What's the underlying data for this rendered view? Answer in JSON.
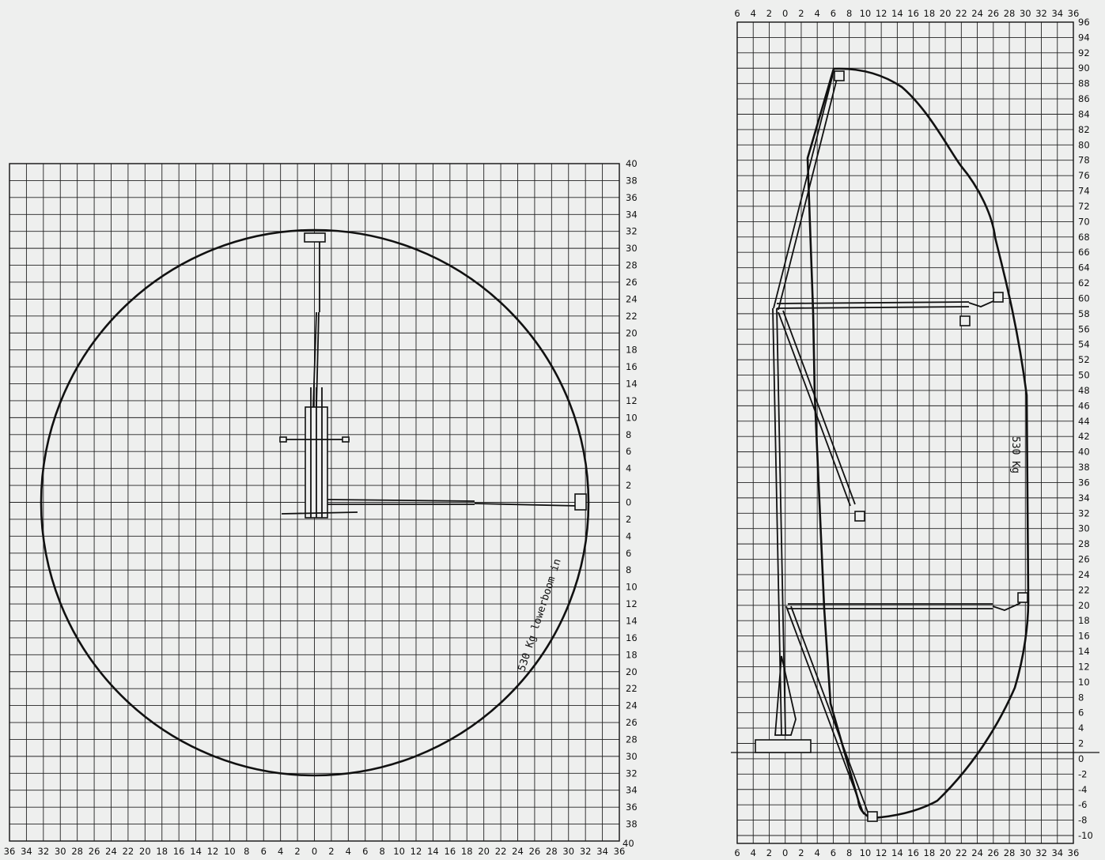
{
  "charts": [
    {
      "id": "top-view",
      "x_ticks": [
        "36",
        "34",
        "32",
        "30",
        "28",
        "26",
        "24",
        "22",
        "20",
        "18",
        "16",
        "14",
        "12",
        "10",
        "8",
        "6",
        "4",
        "2",
        "0",
        "2",
        "4",
        "6",
        "8",
        "10",
        "12",
        "14",
        "16",
        "18",
        "20",
        "22",
        "24",
        "26",
        "28",
        "30",
        "32",
        "34",
        "36"
      ],
      "y_ticks": [
        "40",
        "38",
        "36",
        "34",
        "32",
        "30",
        "28",
        "26",
        "24",
        "22",
        "20",
        "18",
        "16",
        "14",
        "12",
        "10",
        "8",
        "6",
        "4",
        "2",
        "0",
        "2",
        "4",
        "6",
        "8",
        "10",
        "12",
        "14",
        "16",
        "18",
        "20",
        "22",
        "24",
        "26",
        "28",
        "30",
        "32",
        "34",
        "36",
        "38",
        "40"
      ],
      "corner_label": "40",
      "envelope_label": "530 Kg lowerboom in"
    },
    {
      "id": "side-view",
      "x_ticks": [
        "6",
        "4",
        "2",
        "0",
        "2",
        "4",
        "6",
        "8",
        "10",
        "12",
        "14",
        "16",
        "18",
        "20",
        "22",
        "24",
        "26",
        "28",
        "30",
        "32",
        "34",
        "36"
      ],
      "y_ticks": [
        "96",
        "94",
        "92",
        "90",
        "88",
        "86",
        "84",
        "82",
        "80",
        "78",
        "76",
        "74",
        "72",
        "70",
        "68",
        "66",
        "64",
        "62",
        "60",
        "58",
        "56",
        "54",
        "52",
        "50",
        "48",
        "46",
        "44",
        "42",
        "40",
        "38",
        "36",
        "34",
        "32",
        "30",
        "28",
        "26",
        "24",
        "22",
        "20",
        "18",
        "16",
        "14",
        "12",
        "10",
        "8",
        "6",
        "4",
        "2",
        "0",
        "-2",
        "-4",
        "-6",
        "-8",
        "-10"
      ],
      "envelope_label": "530 Kg"
    }
  ]
}
